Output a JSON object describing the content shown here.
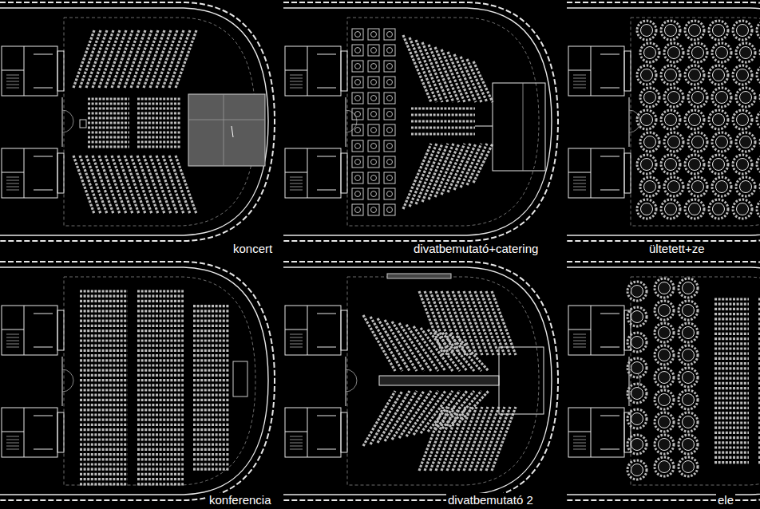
{
  "diagram": {
    "labels": [
      "koncert",
      "divatbemutató+catering",
      "ültetett+ze",
      "konferencia",
      "divatbemutató 2",
      "ele"
    ]
  }
}
